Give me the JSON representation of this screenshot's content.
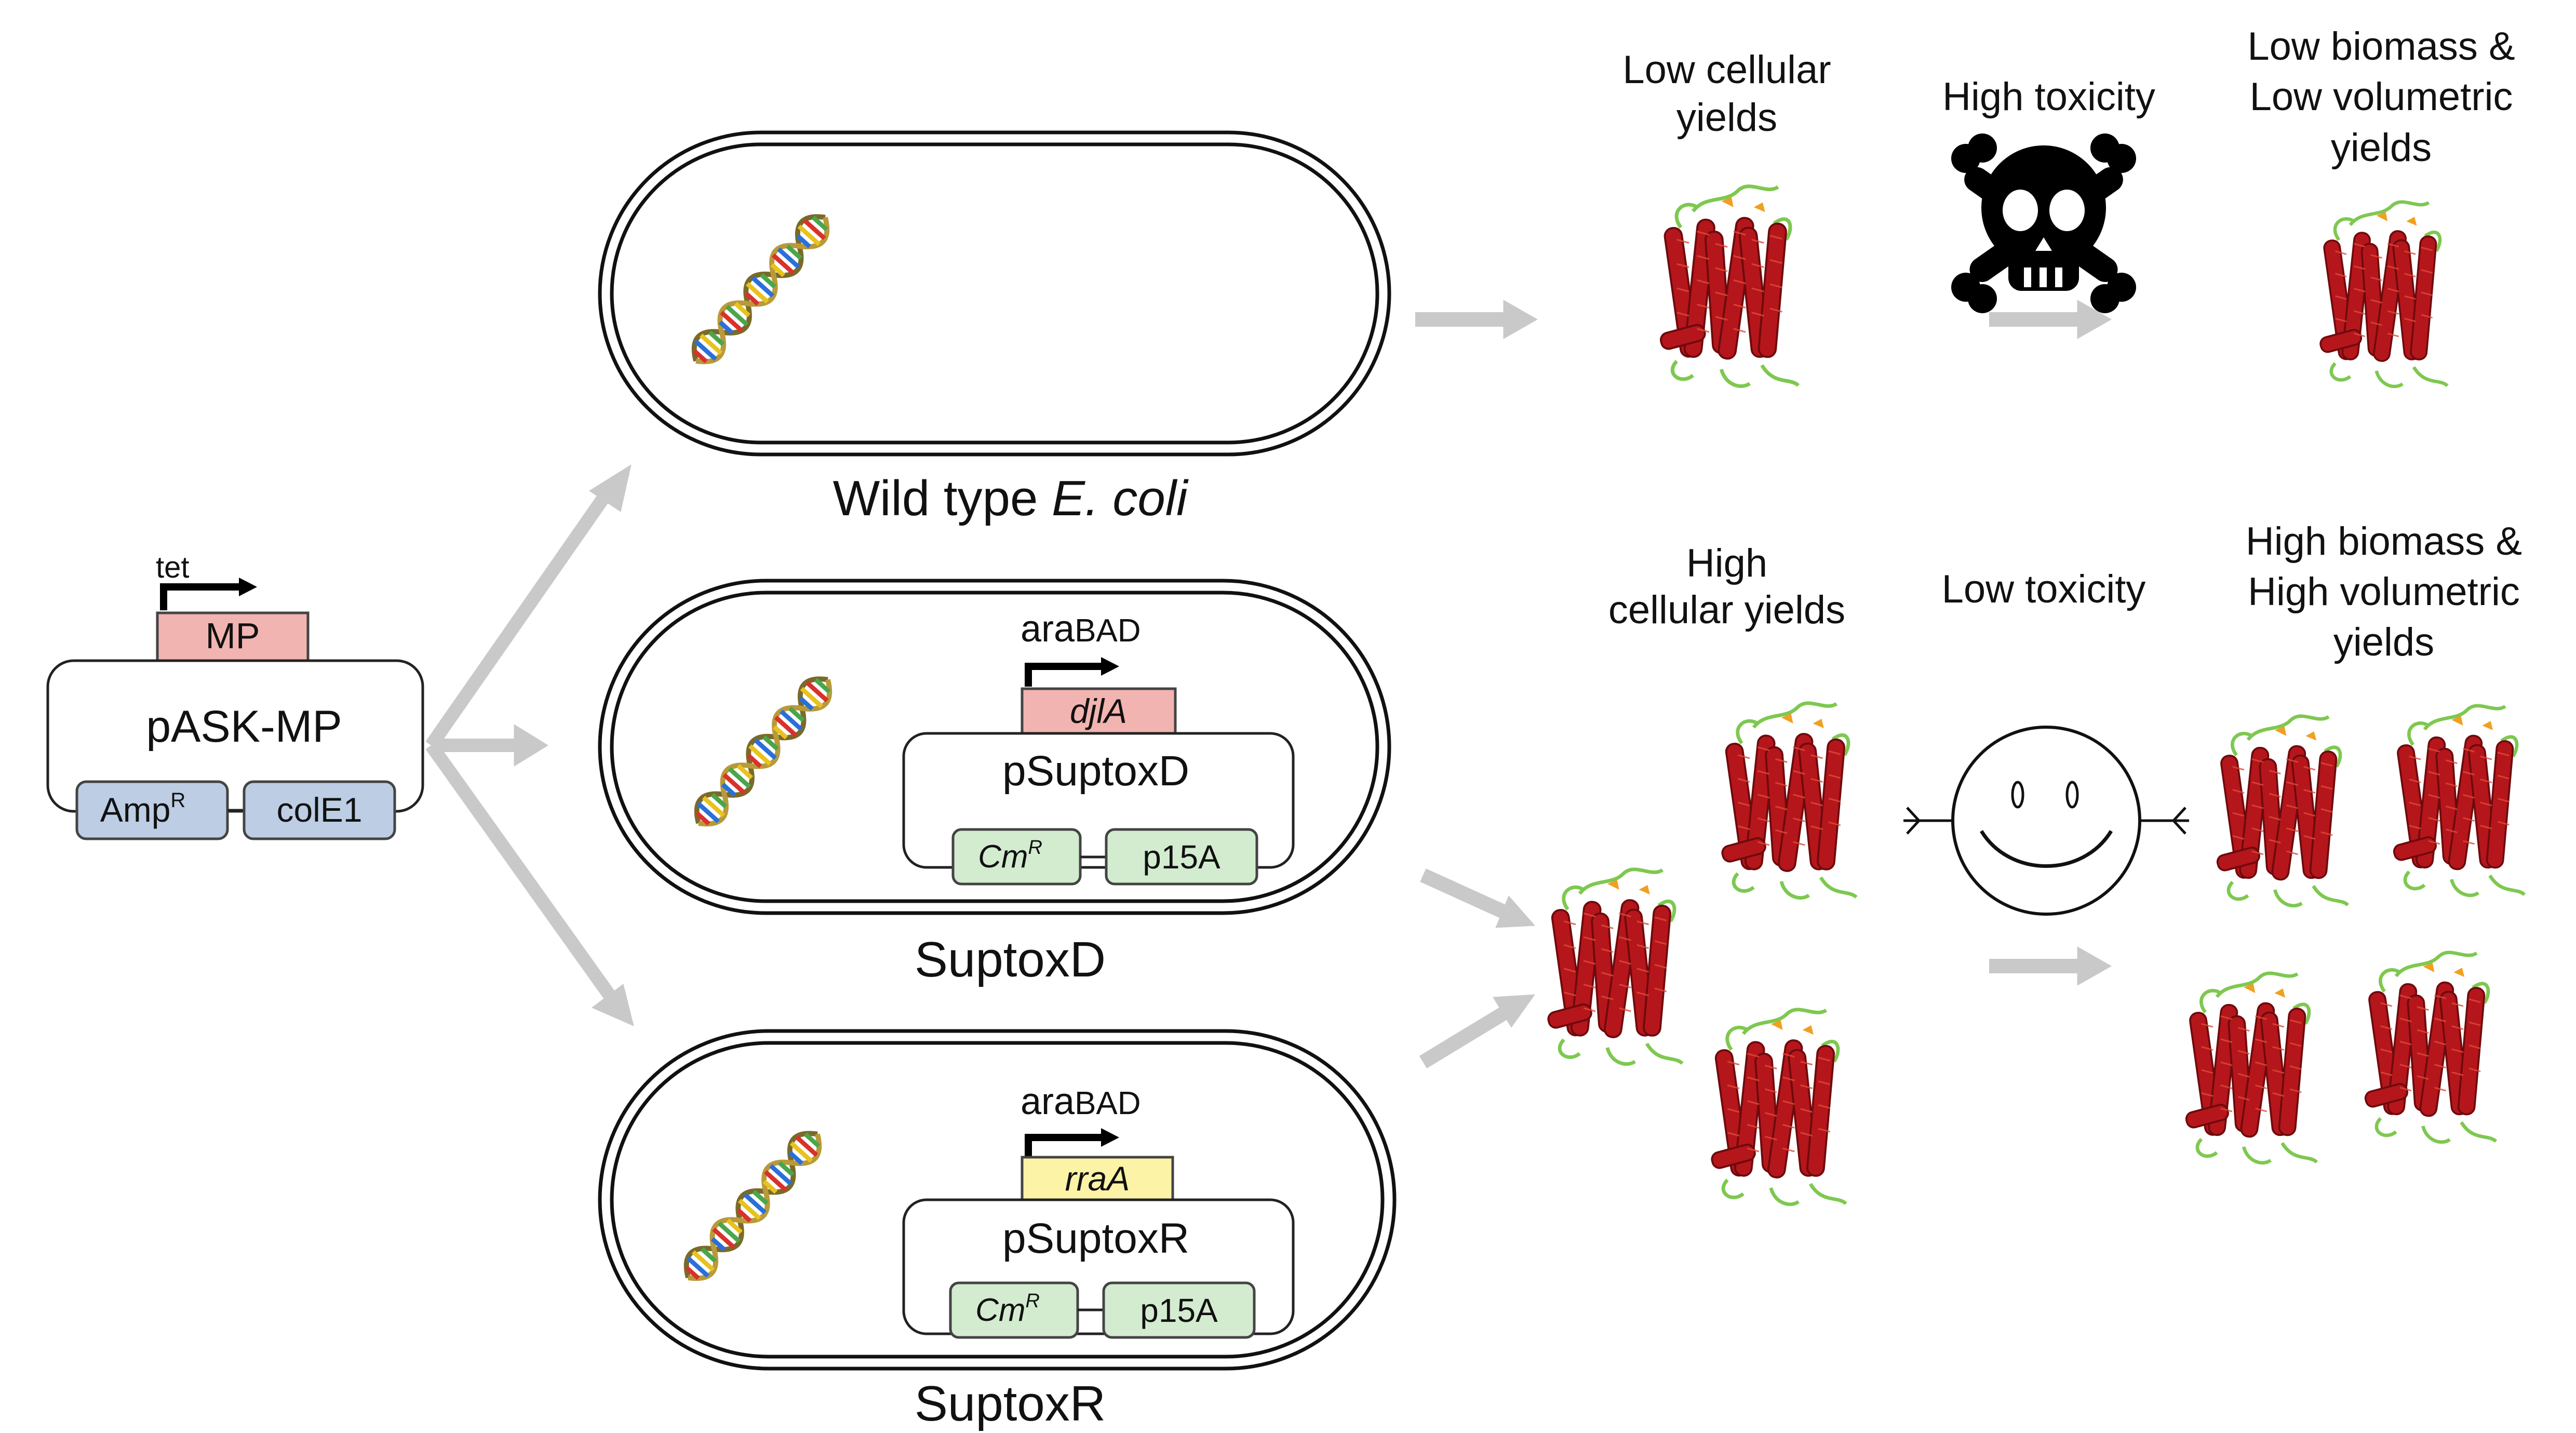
{
  "plasmid_main": {
    "promoter": "tet",
    "gene": "MP",
    "name": "pASK-MP",
    "marker": "Amp",
    "marker_sup": "R",
    "origin": "colE1"
  },
  "strains": [
    {
      "name_plain": "Wild type ",
      "name_italic": "E. coli"
    },
    {
      "name": "SuptoxD",
      "promoter": "araBAD",
      "promoter_main": "ara",
      "promoter_sub": "BAD",
      "gene": "djlA",
      "plasmid": "pSuptoxD",
      "marker": "Cm",
      "marker_sup": "R",
      "origin": "p15A"
    },
    {
      "name": "SuptoxR",
      "promoter": "araBAD",
      "promoter_main": "ara",
      "promoter_sub": "BAD",
      "gene": "rraA",
      "plasmid": "pSuptoxR",
      "marker": "Cm",
      "marker_sup": "R",
      "origin": "p15A"
    }
  ],
  "outcome_top": {
    "cellular": [
      "Low cellular",
      "yields"
    ],
    "toxicity": "High toxicity",
    "volumetric": [
      "Low biomass &",
      "Low volumetric",
      "yields"
    ],
    "icon": "skull-crossbones-icon"
  },
  "outcome_bottom": {
    "cellular": [
      "High",
      "cellular yields"
    ],
    "toxicity": "Low toxicity",
    "volumetric": [
      "High biomass &",
      "High volumetric",
      "yields"
    ],
    "icon": "smiley-face-icon"
  },
  "colors": {
    "gene_mp": "#f2b4b0",
    "gene_djla": "#f2b4b0",
    "gene_rraa": "#fdf3a6",
    "plasmid_blue": "#bccde4",
    "plasmid_green": "#d3ecd0",
    "arrow_grey": "#c9c9c9",
    "protein_red": "#b5161b",
    "protein_green": "#7ec850"
  }
}
